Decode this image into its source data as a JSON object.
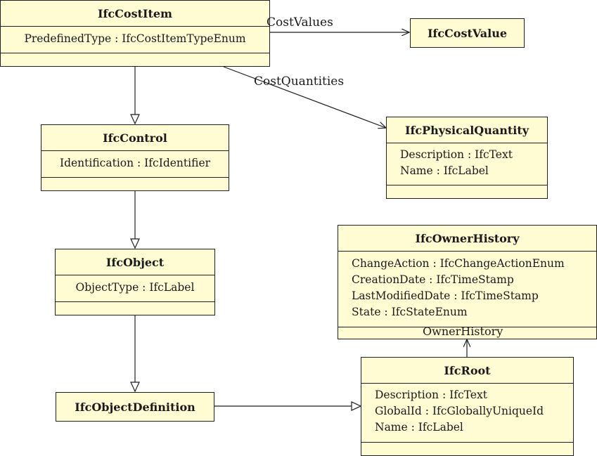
{
  "classes": {
    "cost_item": {
      "name": "IfcCostItem",
      "attributes": [
        "PredefinedType : IfcCostItemTypeEnum"
      ]
    },
    "cost_value": {
      "name": "IfcCostValue",
      "attributes": []
    },
    "physical_quantity": {
      "name": "IfcPhysicalQuantity",
      "attributes": [
        "Description : IfcText",
        "Name : IfcLabel"
      ]
    },
    "control": {
      "name": "IfcControl",
      "attributes": [
        "Identification : IfcIdentifier"
      ]
    },
    "object": {
      "name": "IfcObject",
      "attributes": [
        "ObjectType : IfcLabel"
      ]
    },
    "object_definition": {
      "name": "IfcObjectDefinition",
      "attributes": []
    },
    "owner_history": {
      "name": "IfcOwnerHistory",
      "attributes": [
        "ChangeAction : IfcChangeActionEnum",
        "CreationDate : IfcTimeStamp",
        "LastModifiedDate : IfcTimeStamp",
        "State : IfcStateEnum"
      ]
    },
    "root": {
      "name": "IfcRoot",
      "attributes": [
        "Description : IfcText",
        "GlobalId : IfcGloballyUniqueId",
        "Name : IfcLabel"
      ]
    }
  },
  "roles": {
    "cost_values": "CostValues",
    "cost_quantities": "CostQuantities",
    "owner_history": "OwnerHistory"
  },
  "colors": {
    "class_fill": "#fffbd2",
    "line": "#1f1f1f"
  }
}
